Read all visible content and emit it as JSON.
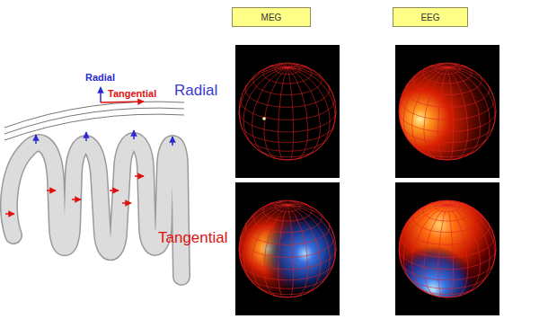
{
  "diagram": {
    "nodes": [
      {
        "text": [
          "MEG"
        ]
      },
      {
        "text": [
          "EEG"
        ]
      }
    ],
    "edges": [],
    "labels": [
      "Radial",
      "Tangential",
      "Radial",
      "Tangential"
    ]
  }
}
